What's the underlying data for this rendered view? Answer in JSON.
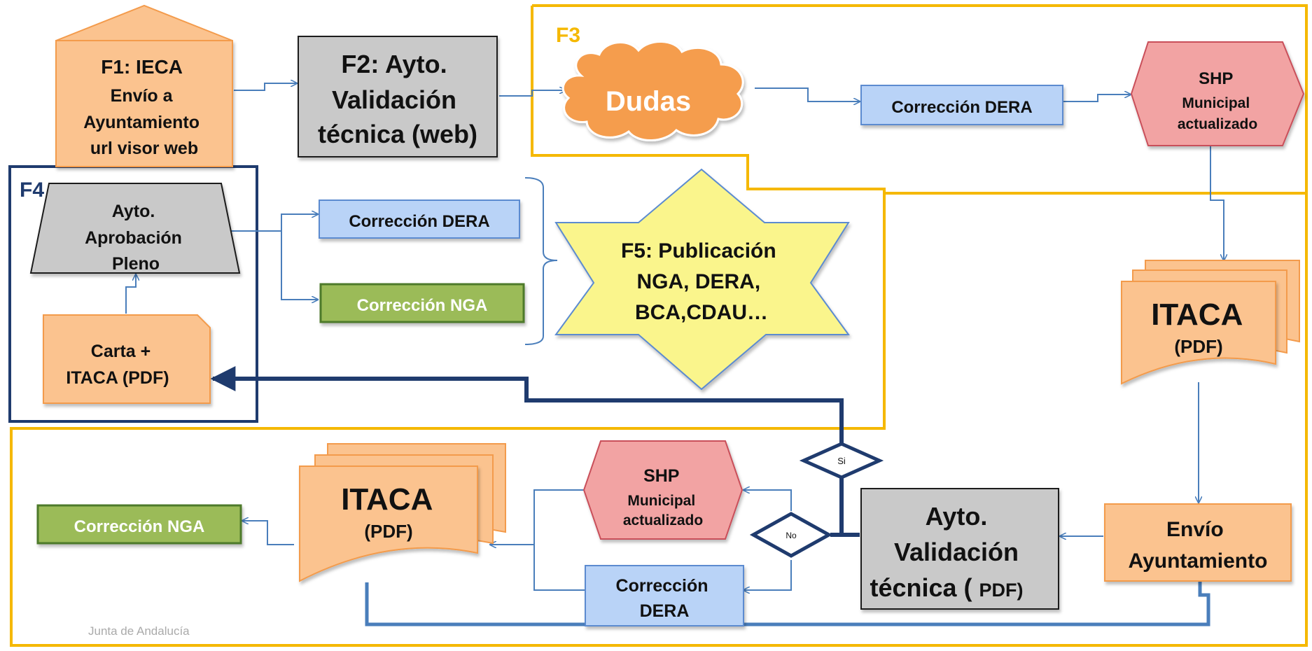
{
  "colors": {
    "orange_fill": "#FBC38F",
    "orange_stroke": "#F39B4C",
    "grey_fill": "#C9C9C9",
    "blue_fill": "#B9D3F7",
    "blue_stroke": "#5B8BD0",
    "green_fill": "#9BBB59",
    "green_stroke": "#4E7A2A",
    "pink_fill": "#F2A3A3",
    "pink_stroke": "#C9505A",
    "star_fill": "#FAF58C",
    "cloud_fill": "#F59D4E",
    "yellow_frame": "#F5B800",
    "navy_frame": "#1F3B6E",
    "connector": "#4A7EBB"
  },
  "frames": {
    "f3_label": "F3",
    "f4_label": "F4"
  },
  "nodes": {
    "f1": {
      "lines": [
        "F1: IECA",
        "Envío  a",
        "Ayuntamiento",
        "url visor web"
      ]
    },
    "f2": {
      "lines": [
        "F2: Ayto.",
        "Validación",
        "técnica (web)"
      ]
    },
    "dudas": {
      "label": "Dudas"
    },
    "correccion_dera_top": {
      "label": "Corrección DERA"
    },
    "shp_top": {
      "lines": [
        "SHP",
        "Municipal",
        "actualizado"
      ]
    },
    "itaca_right": {
      "title": "ITACA",
      "subtitle": "(PDF)"
    },
    "aprobacion": {
      "lines": [
        "Ayto.",
        "Aprobación",
        "Pleno"
      ]
    },
    "carta": {
      "lines": [
        "Carta +",
        "ITACA  (PDF)"
      ]
    },
    "correccion_dera_mid": {
      "label": "Corrección DERA"
    },
    "correccion_nga_mid": {
      "label": "Corrección NGA"
    },
    "f5": {
      "lines": [
        "F5: Publicación",
        "NGA, DERA,",
        "BCA,CDAU…"
      ]
    },
    "si": {
      "label": "Si"
    },
    "no": {
      "label": "No"
    },
    "validacion_pdf": {
      "lines": [
        "Ayto.",
        "Validación",
        "técnica (",
        "PDF)"
      ]
    },
    "envio": {
      "lines": [
        "Envío",
        "Ayuntamiento"
      ]
    },
    "shp_bottom": {
      "lines": [
        "SHP",
        "Municipal",
        "actualizado"
      ]
    },
    "correccion_dera_bottom": {
      "lines": [
        "Corrección",
        "DERA"
      ]
    },
    "itaca_left": {
      "title": "ITACA",
      "subtitle": "(PDF)"
    },
    "correccion_nga_bottom": {
      "label": "Corrección NGA"
    }
  },
  "footer": {
    "watermark": "Junta de Andalucía"
  }
}
